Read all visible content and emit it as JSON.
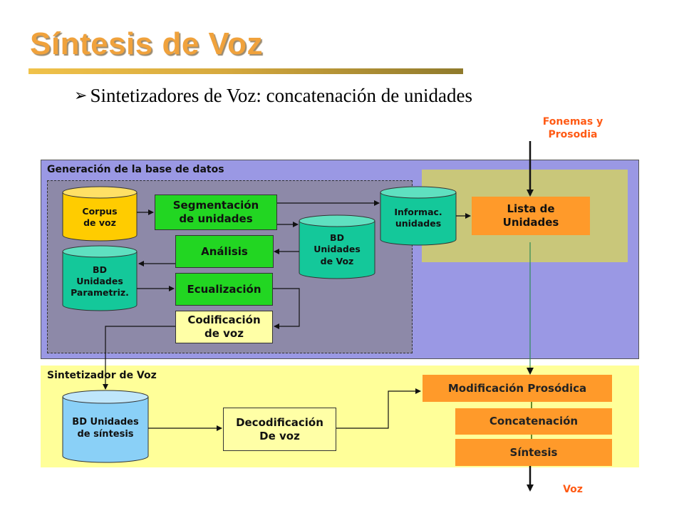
{
  "slide": {
    "title": "Síntesis de Voz",
    "subtitle": "Sintetizadores de Voz: concatenación de unidades",
    "bullet_glyph": "➢"
  },
  "panels": {
    "generation": "Generación de la base de datos",
    "synthesizer": "Sintetizador de Voz"
  },
  "inputs": {
    "fonemas_line1": "Fonemas y",
    "fonemas_line2": "Prosodia"
  },
  "outputs": {
    "voz": "Voz"
  },
  "databases": {
    "corpus": [
      "Corpus",
      "de voz"
    ],
    "bd_voz": [
      "BD",
      "Unidades",
      "de Voz"
    ],
    "bd_param": [
      "BD",
      "Unidades",
      "Parametriz."
    ],
    "informac": [
      "Informac.",
      "unidades"
    ],
    "bd_sintesis": [
      "BD Unidades",
      "de síntesis"
    ]
  },
  "process": {
    "segmentacion": [
      "Segmentación",
      "de unidades"
    ],
    "analisis": "Análisis",
    "ecualizacion": "Ecualización",
    "codificacion": [
      "Codificación",
      "de voz"
    ],
    "lista": [
      "Lista de",
      "Unidades"
    ],
    "decodificacion": [
      "Decodificación",
      "De voz"
    ],
    "mod_prosodica": "Modificación Prosódica",
    "concatenacion": "Concatenación",
    "sintesis": "Síntesis"
  },
  "colors": {
    "title": "#f0a23c",
    "gen_panel": "#9a98e4",
    "gen_inner": "#8d89a8",
    "olive": "#c9c77a",
    "syn_panel": "#ffff99",
    "green_box": "#22d622",
    "teal_db": "#14c89a",
    "yellow_db": "#ffcc00",
    "blue_db": "#8ad0f7",
    "orange": "#ff9a2a",
    "accent_text": "#ff5a14"
  }
}
